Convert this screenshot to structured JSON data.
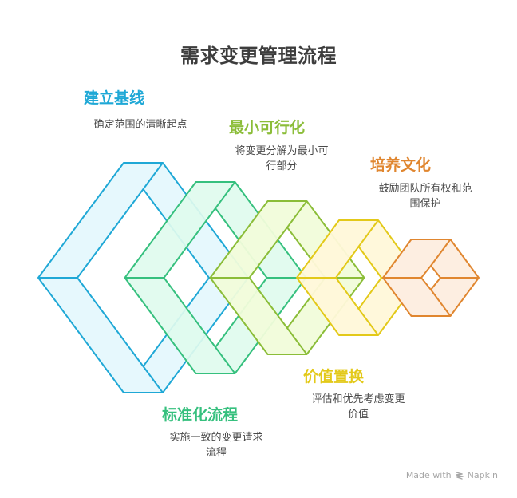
{
  "title": "需求变更管理流程",
  "stages": [
    {
      "heading": "建立基线",
      "description": "确定范围的清晰起点",
      "color": "#1fa8d6",
      "fill": "#e6f8fd"
    },
    {
      "heading": "标准化流程",
      "description": "实施一致的变更请求流程",
      "color": "#36c07e",
      "fill": "#e0fbee"
    },
    {
      "heading": "最小可行化",
      "description": "将变更分解为最小可行部分",
      "color": "#8bbd38",
      "fill": "#f1fcda"
    },
    {
      "heading": "价值置换",
      "description": "评估和优先考虑变更价值",
      "color": "#e3c919",
      "fill": "#fff8d9"
    },
    {
      "heading": "培养文化",
      "description": "鼓励团队所有权和范围保护",
      "color": "#e0862f",
      "fill": "#fdeee1"
    }
  ],
  "desc_lines": {
    "s0": [
      "确定范围的清晰起点"
    ],
    "s1": [
      "实施一致的变更请求",
      "流程"
    ],
    "s2": [
      "将变更分解为最小可",
      "行部分"
    ],
    "s3": [
      "评估和优先考虑变更",
      "价值"
    ],
    "s4": [
      "鼓励团队所有权和范",
      "围保护"
    ]
  },
  "footer": {
    "made_with": "Made with",
    "brand": "Napkin",
    "icon": "napkin-logo-icon"
  }
}
